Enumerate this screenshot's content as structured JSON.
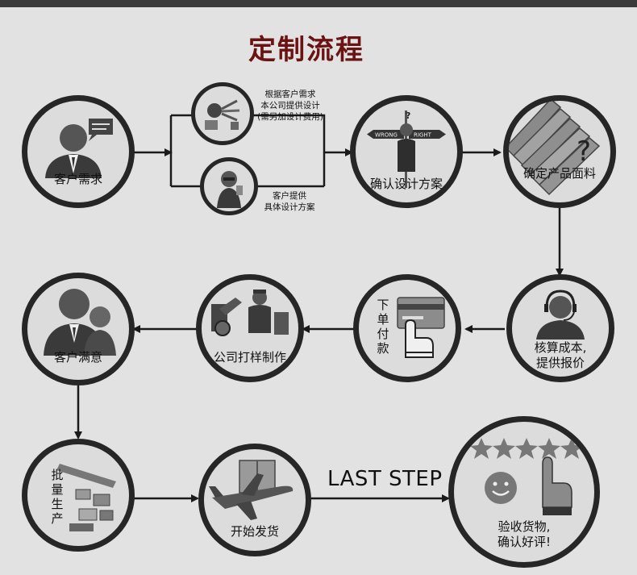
{
  "title": "定制流程",
  "nodes": {
    "customer_demand": "客户需求",
    "company_design_note": [
      "根据客户需求",
      "本公司提供设计",
      "(需另加设计费用)"
    ],
    "customer_design_note": [
      "客户提供",
      "具体设计方案"
    ],
    "confirm_design": "确认设计方案",
    "confirm_material": "确定产品面料",
    "cost_quote": [
      "核算成本,",
      "提供报价"
    ],
    "order_payment": [
      "下",
      "单",
      "付",
      "款"
    ],
    "sample_making": "公司打样制作",
    "customer_satisfied": "客户满意",
    "mass_production": [
      "批",
      "量",
      "生",
      "产"
    ],
    "start_shipping": "开始发货",
    "accept_goods": [
      "验收货物,",
      "确认好评!"
    ]
  },
  "last_step": "LAST STEP",
  "signs": {
    "wrong": "WRONG",
    "right": "RIGHT",
    "question": "?"
  },
  "colors": {
    "title": "#6b1212",
    "ring": "#262626",
    "line": "#1a1a1a",
    "background": "#e2e2e2"
  }
}
